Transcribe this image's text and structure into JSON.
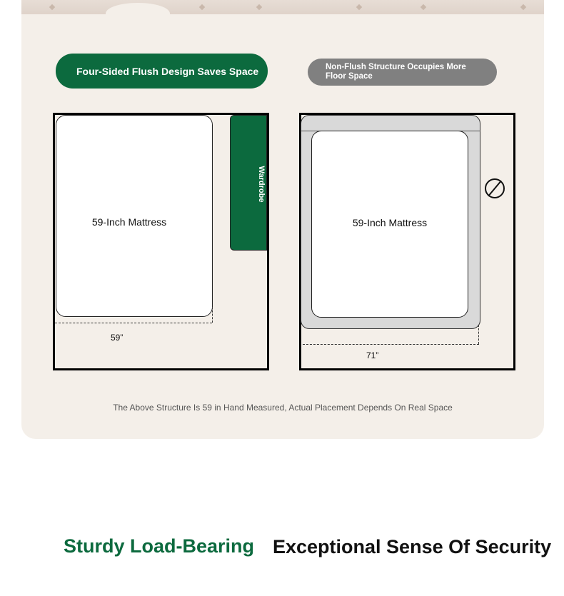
{
  "comparison": {
    "flush_label": "Four-Sided Flush Design Saves Space",
    "non_flush_label": "Non-Flush Structure Occupies More Floor Space",
    "left_mattress_label": "59-Inch Mattress",
    "right_mattress_label": "59-Inch Mattress",
    "wardrobe_label": "Wardrobe",
    "left_width": "59”",
    "right_width": "71”",
    "note": "The Above Structure Is 59 in Hand Measured, Actual Placement Depends On Real Space"
  },
  "features": {
    "primary": "Sturdy Load-Bearing",
    "secondary": "Exceptional Sense Of Security"
  },
  "colors": {
    "brand_green": "#0c6a3e",
    "neutral_grey": "#808080",
    "card_background": "#f4efe9"
  },
  "icons": {
    "not_allowed": "forbidden-icon"
  }
}
